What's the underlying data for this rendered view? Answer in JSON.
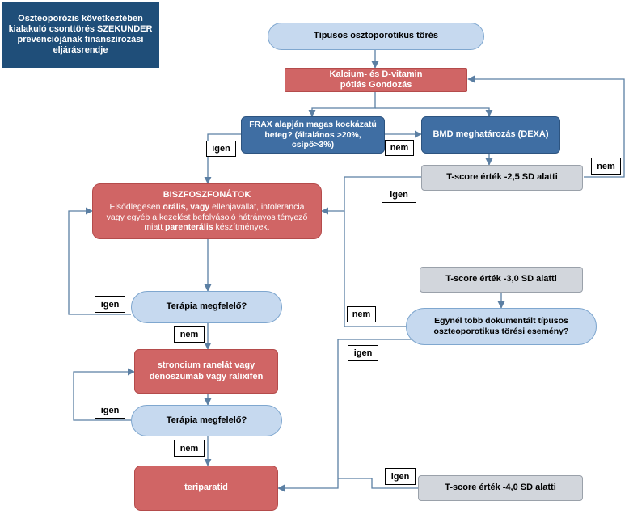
{
  "title": "Oszteoporózis következtében kialakuló csonttörés SZEKUNDER prevenciójának finanszírozási eljárásrendje",
  "nodes": {
    "start": "Típusos osztoporotikus törés",
    "kalcium": "Kalcium- és D-vitamin pótlás Gondozás",
    "frax": "FRAX alapján magas kockázatú beteg? (általános >20%, csípő>3%)",
    "bmd": "BMD meghatározás (DEXA)",
    "tscore25": "T-score érték -2,5 SD alatti",
    "bisz_title": "BISZFOSZFONÁTOK",
    "bisz_1": "Elsődlegesen ",
    "bisz_2": "orális, vagy",
    "bisz_3": " ellenjavallat, intolerancia vagy egyéb a kezelést befolyásoló hátrányos tényező miatt ",
    "bisz_4": "parenterális",
    "bisz_5": " készítmények.",
    "terapia1": "Terápia megfelelő?",
    "stronc": "stroncium ranelát vagy denoszumab vagy ralixifen",
    "terapia2": "Terápia megfelelő?",
    "teri": "teriparatid",
    "tscore30": "T-score érték -3,0 SD alatti",
    "egynel": "Egynél több dokumentált típusos oszteoporotikus törési esemény?",
    "tscore40": "T-score érték -4,0 SD alatti"
  },
  "labels": {
    "igen_frax": "igen",
    "nem_frax": "nem",
    "nem_t25": "nem",
    "igen_t25": "igen",
    "igen_ter1": "igen",
    "nem_ter1": "nem",
    "igen_ter2": "igen",
    "nem_ter2": "nem",
    "nem_egy": "nem",
    "igen_egy": "igen",
    "igen_t40": "igen"
  }
}
